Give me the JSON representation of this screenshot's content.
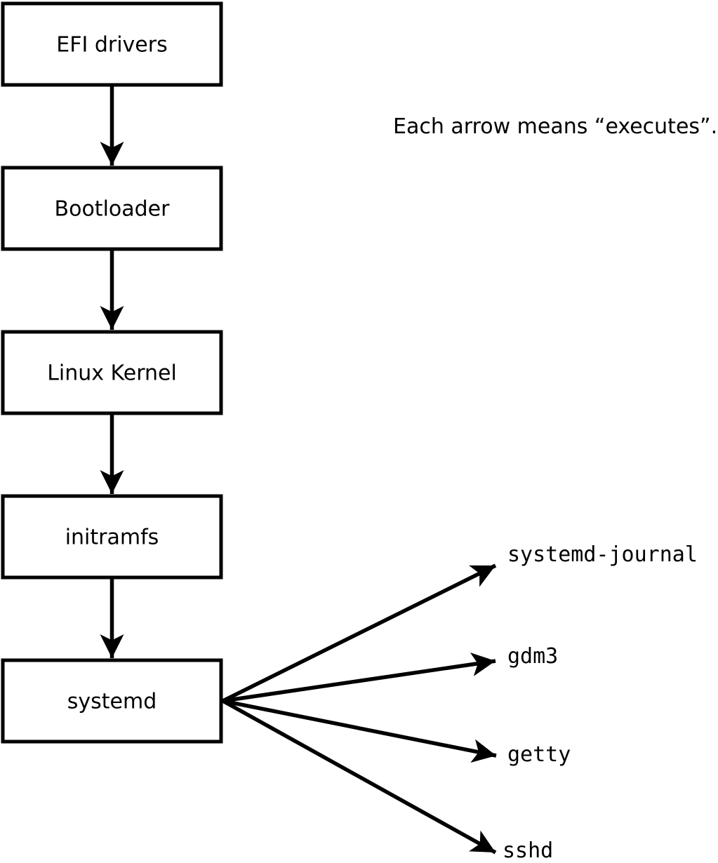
{
  "theme": {
    "ink": "#000000",
    "paper": "#ffffff"
  },
  "diagram": {
    "annotation": "Each arrow means “executes”.",
    "arrow_meaning": "executes",
    "boot_chain": [
      {
        "label": "EFI drivers"
      },
      {
        "label": "Bootloader"
      },
      {
        "label": "Linux Kernel"
      },
      {
        "label": "initramfs"
      },
      {
        "label": "systemd"
      }
    ],
    "spawned_processes": [
      {
        "label": "systemd-journal"
      },
      {
        "label": "gdm3"
      },
      {
        "label": "getty"
      },
      {
        "label": "sshd"
      }
    ]
  }
}
